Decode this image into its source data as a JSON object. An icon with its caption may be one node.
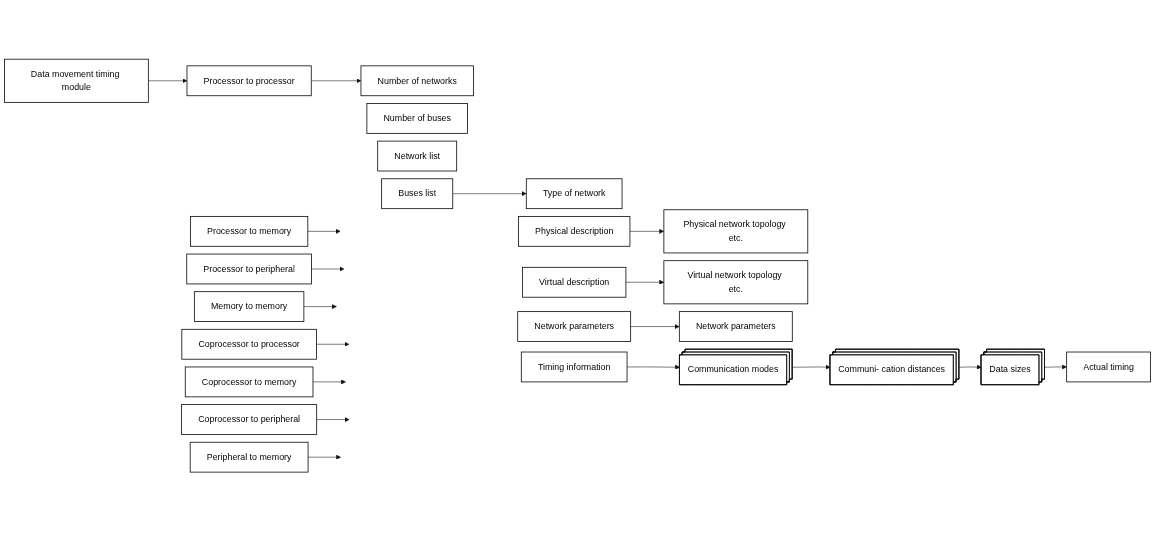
{
  "diagram": {
    "nodes": [
      {
        "text": [
          "Data movement timing module"
        ]
      },
      {
        "text": [
          "Processor to processor"
        ]
      },
      {
        "text": [
          "Processor to memory"
        ]
      },
      {
        "text": [
          "Processor to peripheral"
        ]
      },
      {
        "text": [
          "Memory to memory"
        ]
      },
      {
        "text": [
          "Coprocessor to processor"
        ]
      },
      {
        "text": [
          "Coprocessor to memory"
        ]
      },
      {
        "text": [
          "Coprocessor to peripheral"
        ]
      },
      {
        "text": [
          "Peripheral to memory"
        ]
      },
      {
        "text": [
          "Number of networks"
        ]
      },
      {
        "text": [
          "Number of buses"
        ]
      },
      {
        "text": [
          "Network list"
        ]
      },
      {
        "text": [
          "Buses list"
        ]
      },
      {
        "text": [
          "Type of network"
        ]
      },
      {
        "text": [
          "Physical description"
        ]
      },
      {
        "text": [
          "Virtual description"
        ]
      },
      {
        "text": [
          "Network parameters"
        ]
      },
      {
        "text": [
          "Timing information"
        ]
      },
      {
        "text": [
          "Physical network topology etc."
        ]
      },
      {
        "text": [
          "Virtual network topology etc."
        ]
      },
      {
        "text": [
          "Network parameters"
        ]
      },
      {
        "text": [
          "Communication modes"
        ]
      },
      {
        "text": [
          "Communi- cation distances"
        ]
      },
      {
        "text": [
          "Data sizes"
        ]
      },
      {
        "text": [
          "Actual timing"
        ]
      }
    ],
    "edges": [
      {
        "from": 0,
        "to": 1,
        "arrow": "to"
      },
      {
        "from": 1,
        "to": 9,
        "arrow": "to"
      },
      {
        "from": 2,
        "to": null,
        "arrow": "to"
      },
      {
        "from": 3,
        "to": null,
        "arrow": "to"
      },
      {
        "from": 4,
        "to": null,
        "arrow": "to"
      },
      {
        "from": 5,
        "to": null,
        "arrow": "to"
      },
      {
        "from": 6,
        "to": null,
        "arrow": "to"
      },
      {
        "from": 7,
        "to": null,
        "arrow": "to"
      },
      {
        "from": 8,
        "to": null,
        "arrow": "to"
      },
      {
        "from": 12,
        "to": 13,
        "arrow": "to"
      },
      {
        "from": 14,
        "to": 18,
        "arrow": "to"
      },
      {
        "from": 15,
        "to": 19,
        "arrow": "to"
      },
      {
        "from": 16,
        "to": 20,
        "arrow": "to"
      },
      {
        "from": 17,
        "to": 21,
        "arrow": "to"
      },
      {
        "from": 21,
        "to": 22,
        "arrow": "to"
      },
      {
        "from": 22,
        "to": 23,
        "arrow": "to"
      },
      {
        "from": 23,
        "to": 24,
        "arrow": "to"
      }
    ]
  }
}
